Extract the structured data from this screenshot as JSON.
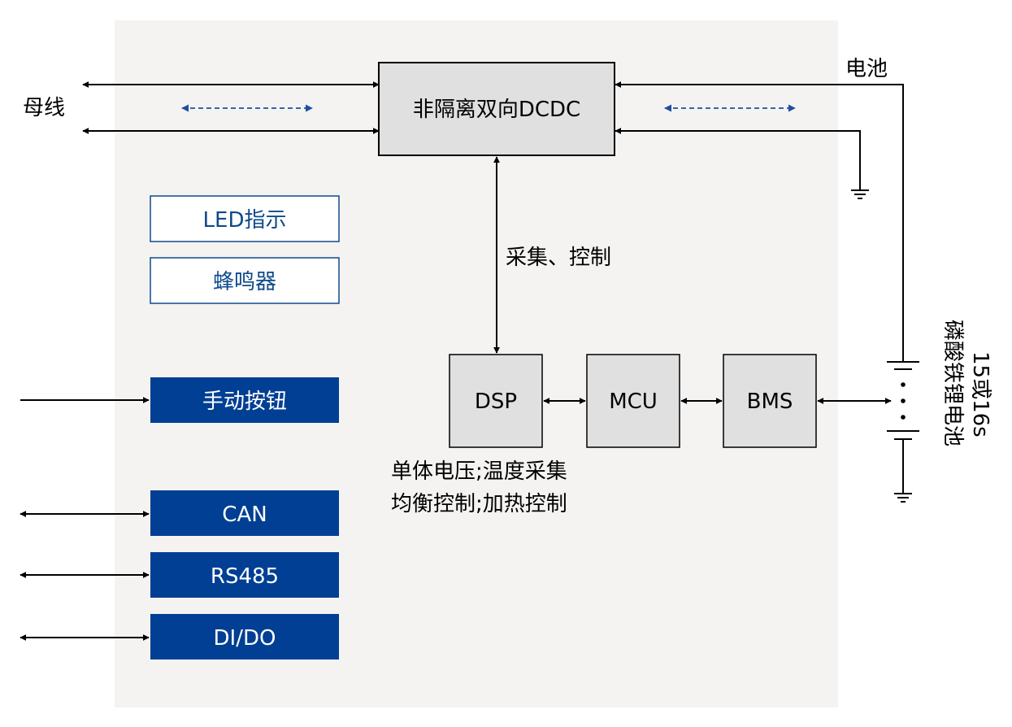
{
  "colors": {
    "panel_bg": "#f4f3f2",
    "block_fill": "#e0e0e0",
    "dark_block": "#003f93",
    "outline_blue": "#0e4a8a",
    "dashed_arrow": "#1f4f9e",
    "line": "#000000"
  },
  "dcdc": {
    "label": "非隔离双向DCDC"
  },
  "labels": {
    "bus": "母线",
    "battery": "电池",
    "sample_control": "采集、控制",
    "dsp_note_line1": "单体电压;温度采集",
    "dsp_note_line2": "均衡控制;加热控制",
    "battery_pack_line1": "15或16s",
    "battery_pack_line2": "磷酸铁锂电池"
  },
  "indicators": {
    "led": "LED指示",
    "buzzer": "蜂鸣器"
  },
  "processors": {
    "dsp": "DSP",
    "mcu": "MCU",
    "bms": "BMS"
  },
  "interfaces": {
    "button": "手动按钮",
    "can": "CAN",
    "rs485": "RS485",
    "dido": "DI/DO"
  }
}
